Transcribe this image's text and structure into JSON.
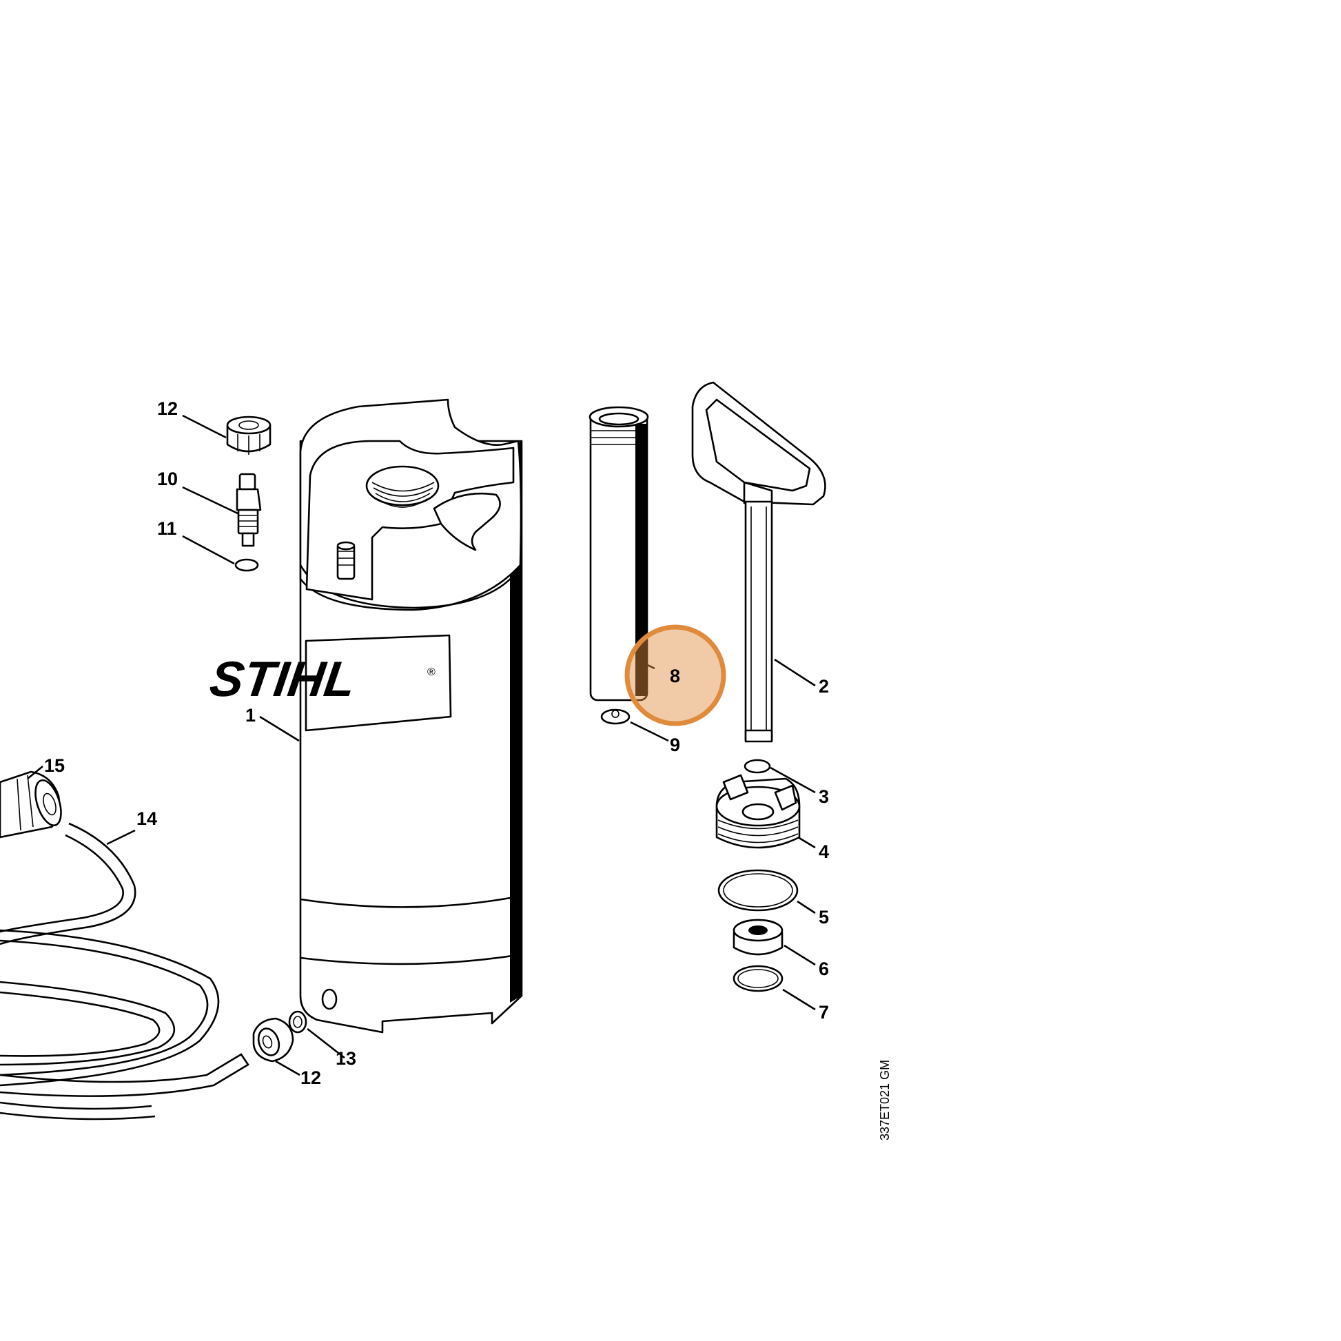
{
  "diagram": {
    "brand_logo": "STIHL",
    "registered_mark": "®",
    "drawing_id": "337ET021 GM",
    "highlight_color": "#E08A3C",
    "highlighted_callout": "8",
    "callouts": {
      "c1": "1",
      "c2": "2",
      "c3": "3",
      "c4": "4",
      "c5": "5",
      "c6": "6",
      "c7": "7",
      "c8": "8",
      "c9": "9",
      "c10": "10",
      "c11": "11",
      "c12a": "12",
      "c12b": "12",
      "c13": "13",
      "c14": "14",
      "c15": "15"
    }
  }
}
